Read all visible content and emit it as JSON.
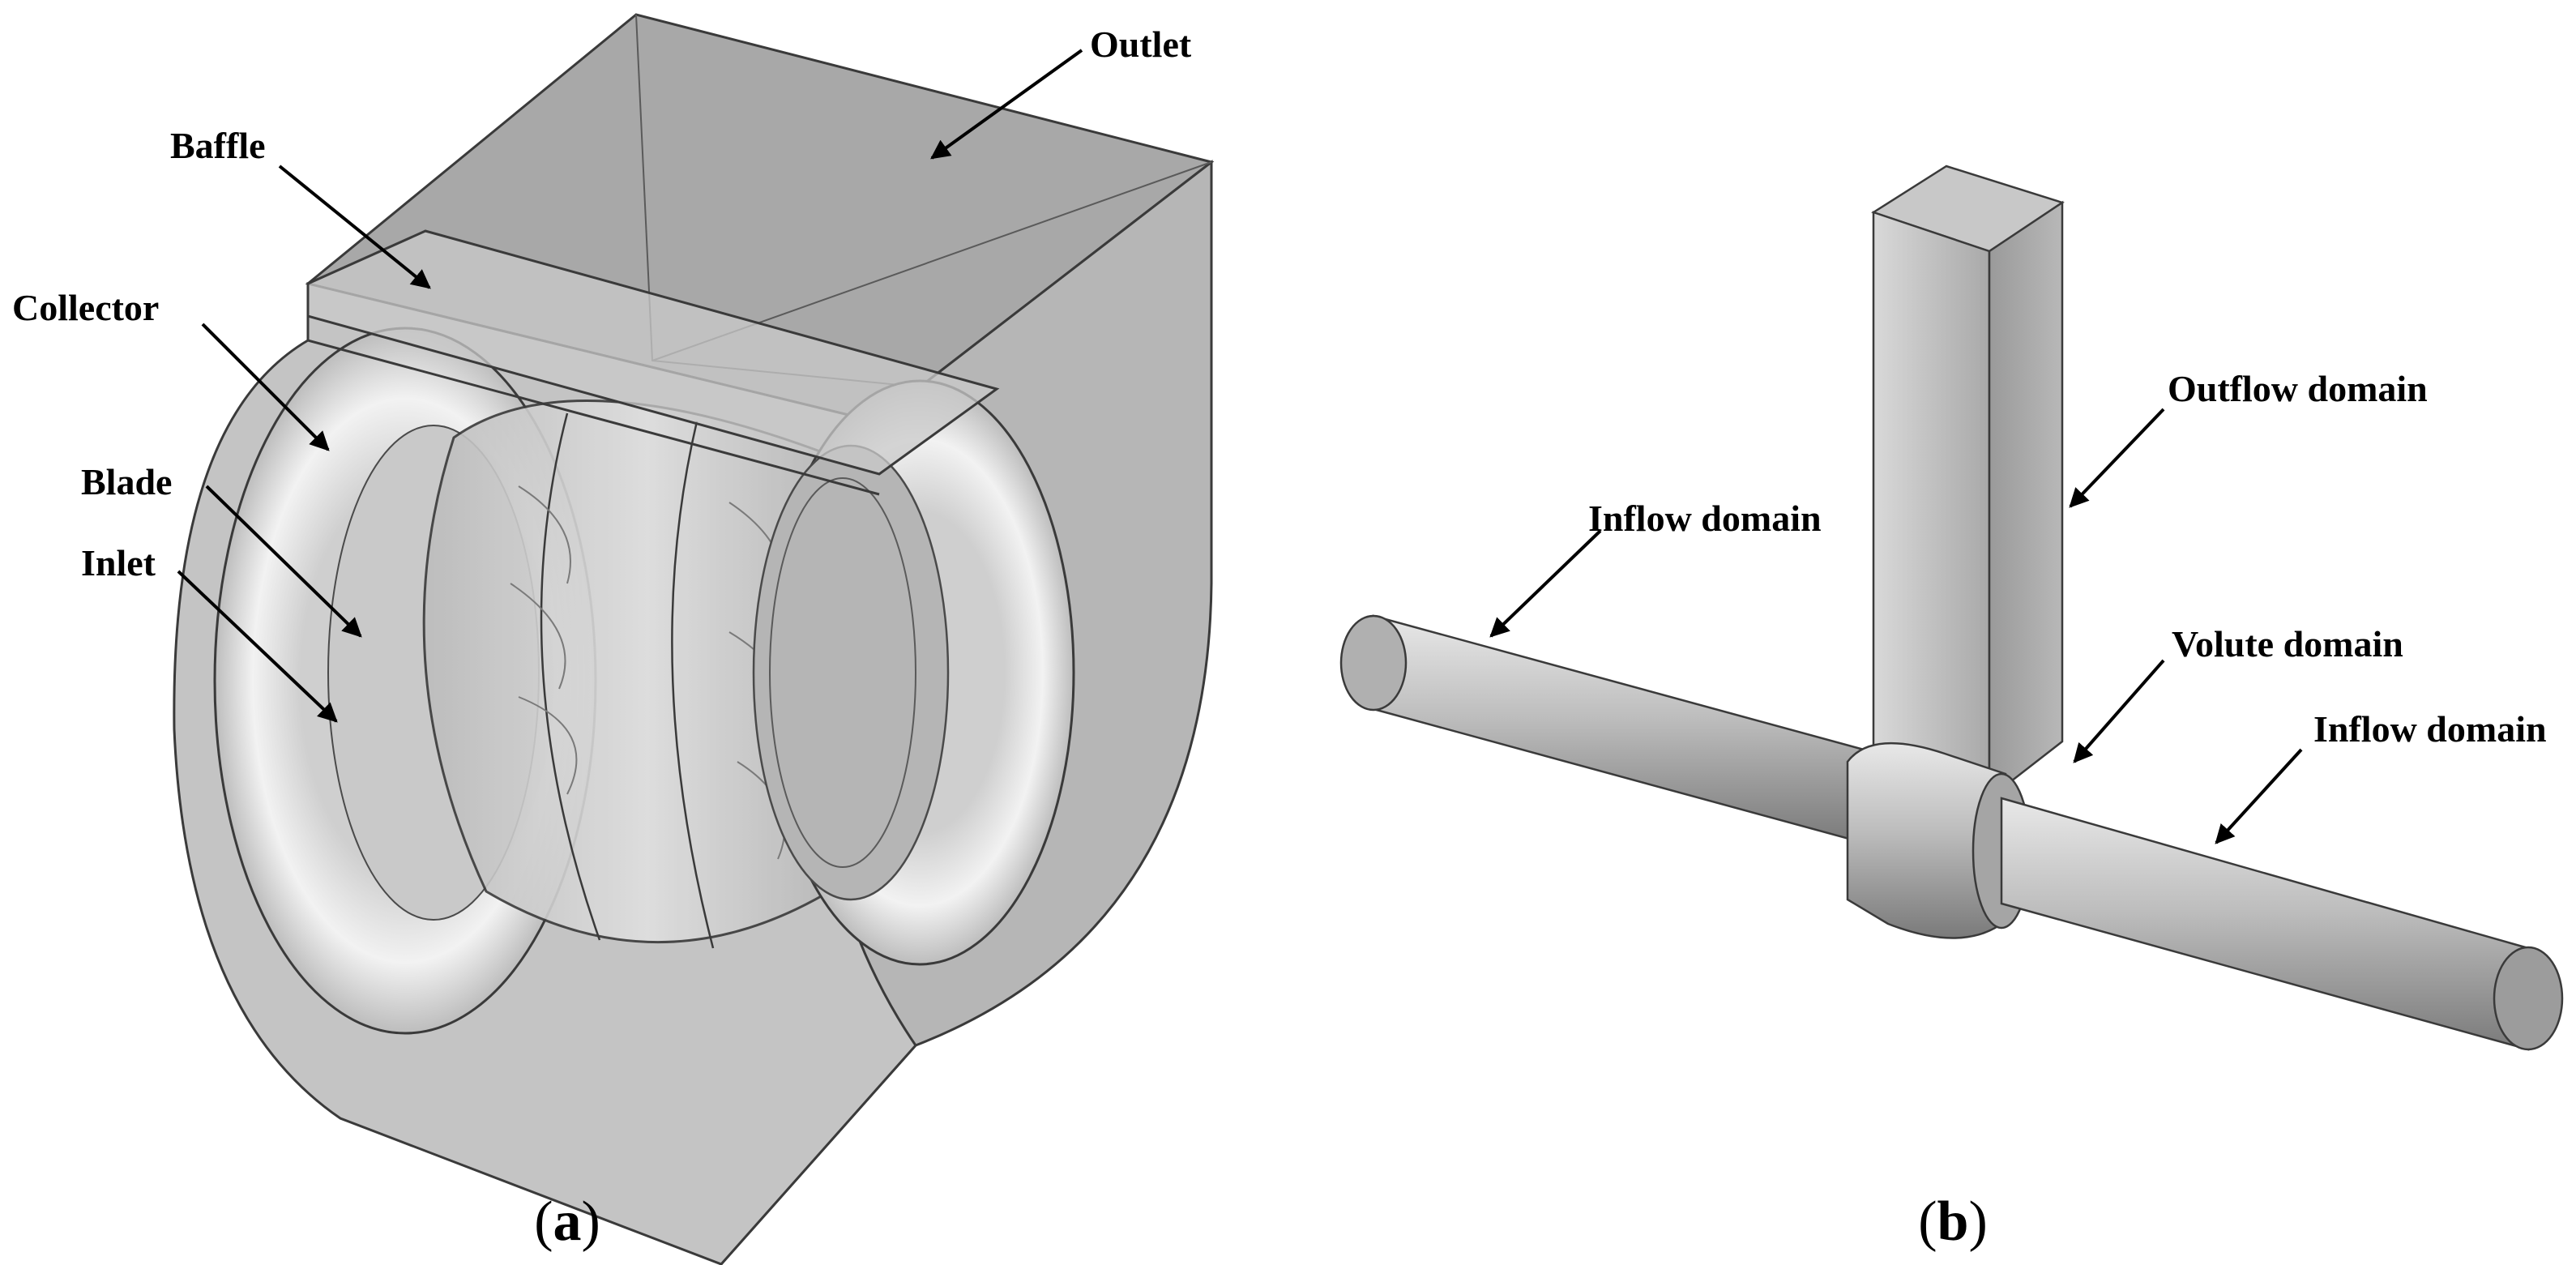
{
  "panel_a": {
    "caption_open": "(",
    "caption_letter": "a",
    "caption_close": ")",
    "labels": {
      "outlet": "Outlet",
      "baffle": "Baffle",
      "collector": "Collector",
      "blade": "Blade",
      "inlet": "Inlet"
    }
  },
  "panel_b": {
    "caption_open": "(",
    "caption_letter": "b",
    "caption_close": ")",
    "labels": {
      "outflow": "Outflow domain",
      "inflow_left": "Inflow domain",
      "volute": "Volute domain",
      "inflow_right": "Inflow domain"
    }
  },
  "colors": {
    "casing": "#bdbdbd",
    "edge": "#3a3a3a",
    "arrow": "#000000"
  }
}
